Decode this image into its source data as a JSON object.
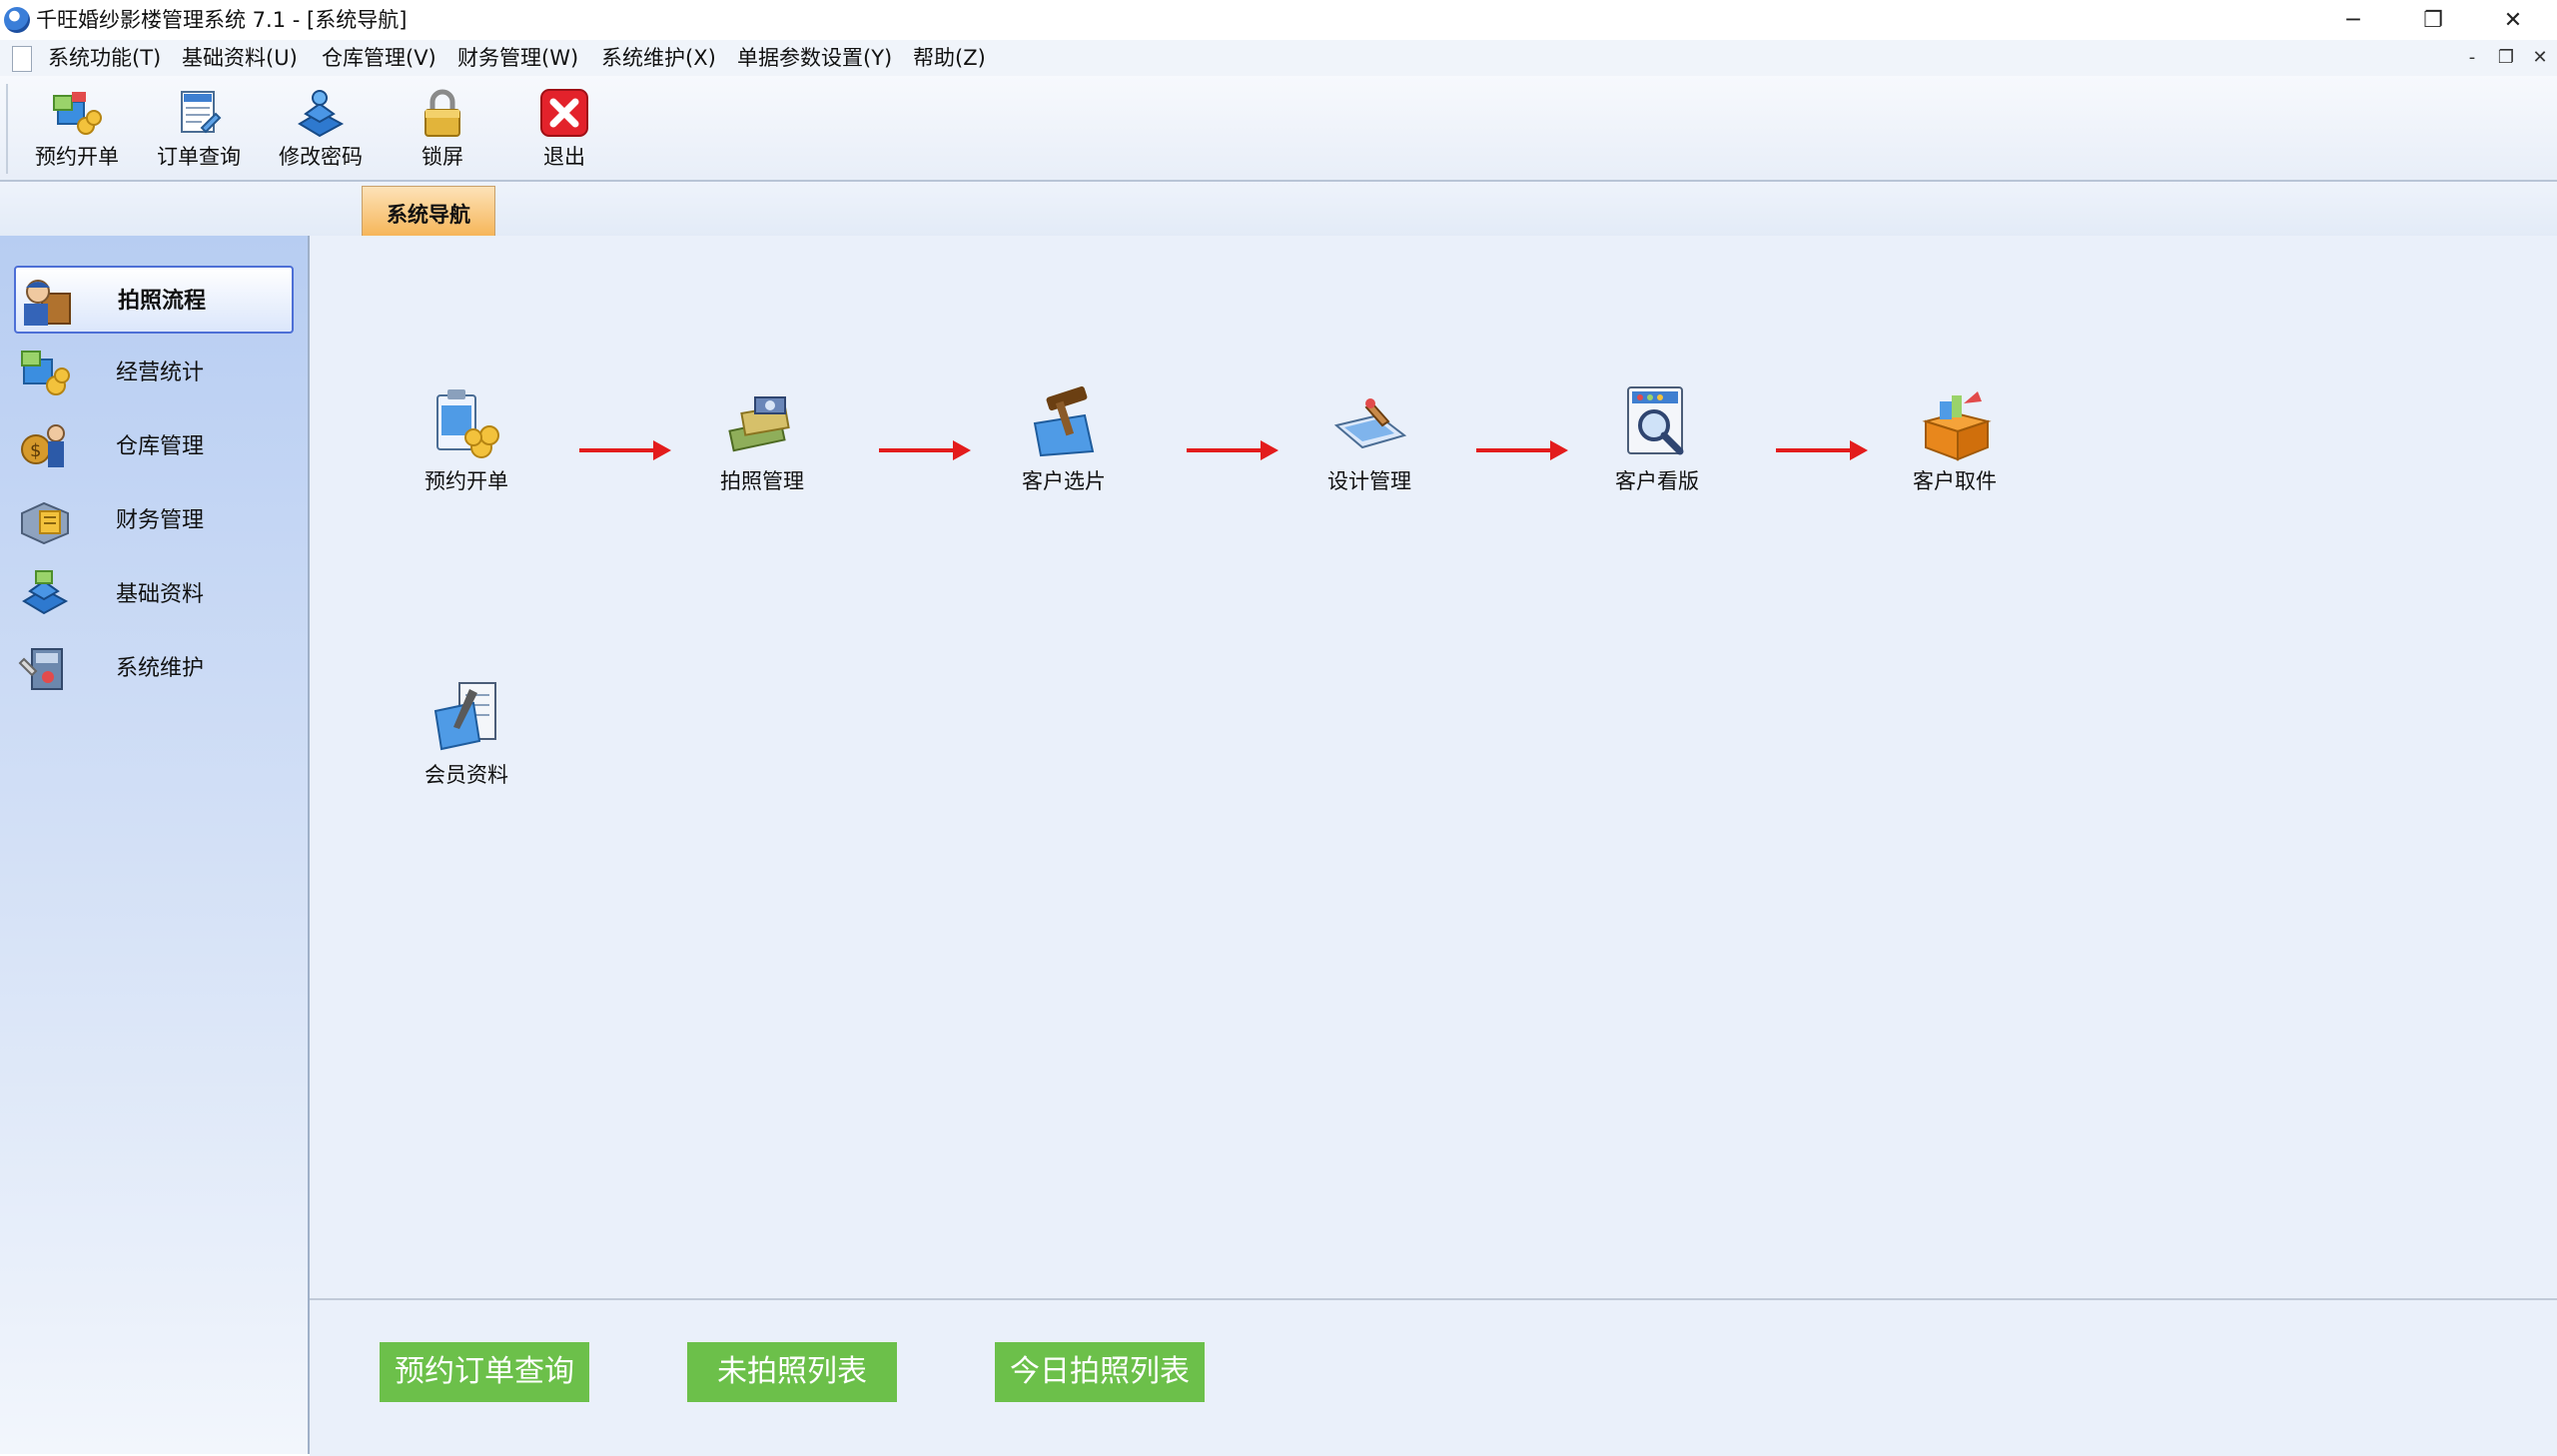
{
  "window": {
    "title": "千旺婚纱影楼管理系统 7.1 - [系统导航]",
    "minimize_glyph": "─",
    "restore_glyph": "❐",
    "close_glyph": "✕"
  },
  "menubar": {
    "items": [
      {
        "label": "系统功能(T)"
      },
      {
        "label": "基础资料(U)"
      },
      {
        "label": "仓库管理(V)"
      },
      {
        "label": "财务管理(W)"
      },
      {
        "label": "系统维护(X)"
      },
      {
        "label": "单据参数设置(Y)"
      },
      {
        "label": "帮助(Z)"
      }
    ],
    "mdi_min": "-",
    "mdi_restore": "❐",
    "mdi_close": "✕"
  },
  "toolbar": {
    "items": [
      {
        "label": "预约开单",
        "icon": "booking-icon"
      },
      {
        "label": "订单查询",
        "icon": "order-search-icon"
      },
      {
        "label": "修改密码",
        "icon": "change-password-icon"
      },
      {
        "label": "锁屏",
        "icon": "lock-icon"
      },
      {
        "label": "退出",
        "icon": "exit-icon"
      }
    ]
  },
  "tabs": [
    {
      "label": "系统导航",
      "active": true
    }
  ],
  "sidebar": {
    "items": [
      {
        "label": "拍照流程",
        "icon": "photo-process-icon",
        "active": true
      },
      {
        "label": "经营统计",
        "icon": "statistics-icon"
      },
      {
        "label": "仓库管理",
        "icon": "warehouse-icon"
      },
      {
        "label": "财务管理",
        "icon": "finance-icon"
      },
      {
        "label": "基础资料",
        "icon": "basic-data-icon"
      },
      {
        "label": "系统维护",
        "icon": "maintenance-icon"
      }
    ]
  },
  "flow": {
    "steps": [
      {
        "label": "预约开单",
        "icon": "booking-icon"
      },
      {
        "label": "拍照管理",
        "icon": "photo-management-icon"
      },
      {
        "label": "客户选片",
        "icon": "photo-selection-icon"
      },
      {
        "label": "设计管理",
        "icon": "design-icon"
      },
      {
        "label": "客户看版",
        "icon": "proof-review-icon"
      },
      {
        "label": "客户取件",
        "icon": "pickup-icon"
      }
    ],
    "extra": {
      "label": "会员资料",
      "icon": "member-icon"
    }
  },
  "bottom_buttons": [
    {
      "label": "预约订单查询"
    },
    {
      "label": "未拍照列表"
    },
    {
      "label": "今日拍照列表"
    }
  ],
  "colors": {
    "accent_green": "#6cc04a",
    "arrow_red": "#e31c1c",
    "tab_orange": "#f6b65a"
  }
}
